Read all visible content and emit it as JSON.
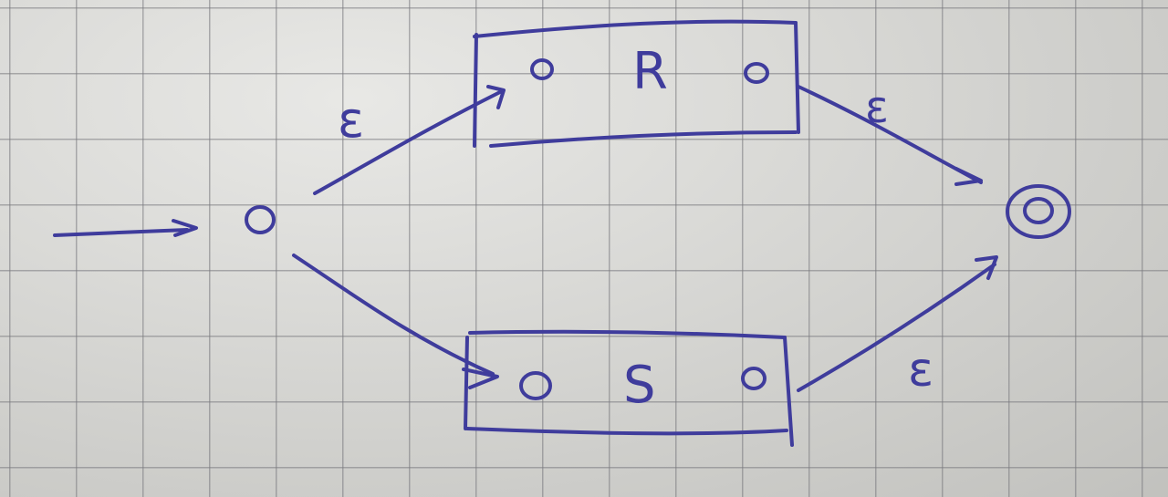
{
  "ink_color": "#3f3c9c",
  "paper_color": "#dcdcd8",
  "grid_color": "#78787d",
  "boxes": {
    "top": {
      "label": "R"
    },
    "bottom": {
      "label": "S"
    }
  },
  "transitions": {
    "start_to_r": "ε",
    "r_to_final": "ε",
    "s_to_final": "ε"
  }
}
